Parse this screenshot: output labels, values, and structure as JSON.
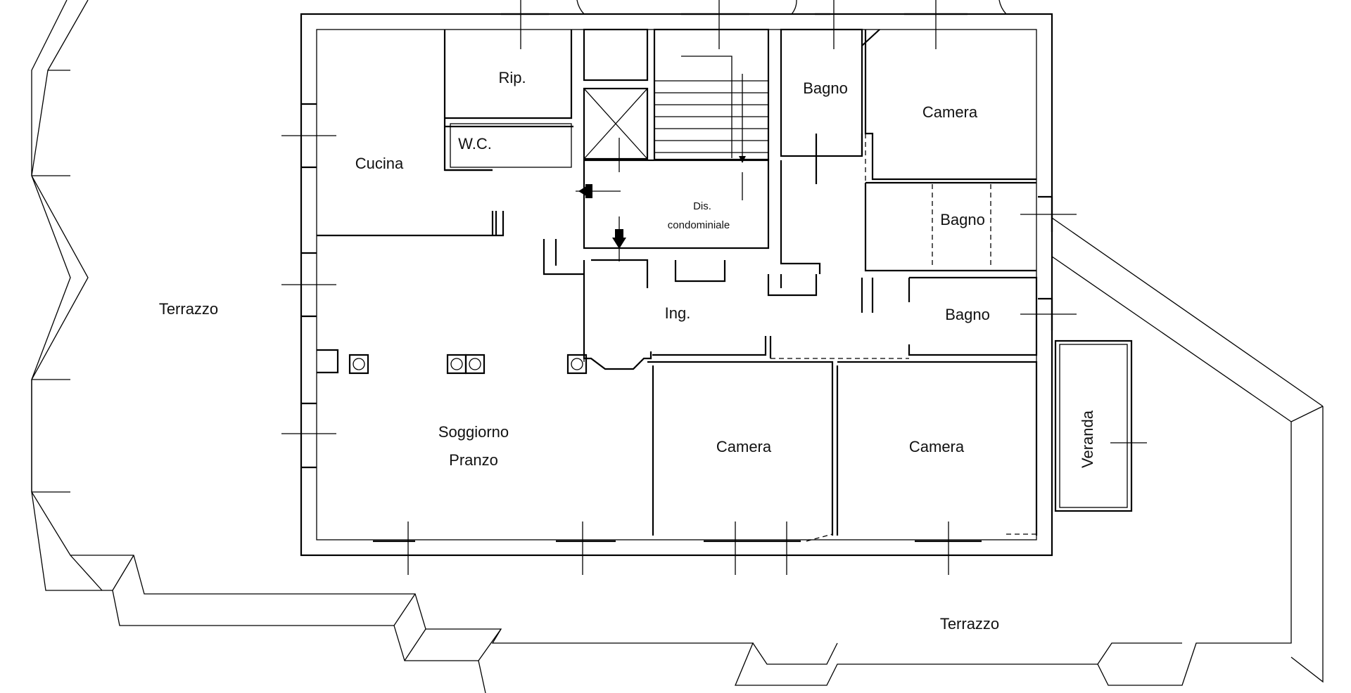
{
  "labels": {
    "terrace_west": "Terrazzo",
    "terrace_south": "Terrazzo",
    "kitchen": "Cucina",
    "storage": "Rip.",
    "wc": "W.C.",
    "bath_top": "Bagno",
    "bedroom_ne": "Camera",
    "bath_mid": "Bagno",
    "bath_low": "Bagno",
    "landing_line1": "Dis.",
    "landing_line2": "condominiale",
    "entrance": "Ing.",
    "living_line1": "Soggiorno",
    "living_line2": "Pranzo",
    "bedroom_s1": "Camera",
    "bedroom_s2": "Camera",
    "veranda": "Veranda"
  }
}
